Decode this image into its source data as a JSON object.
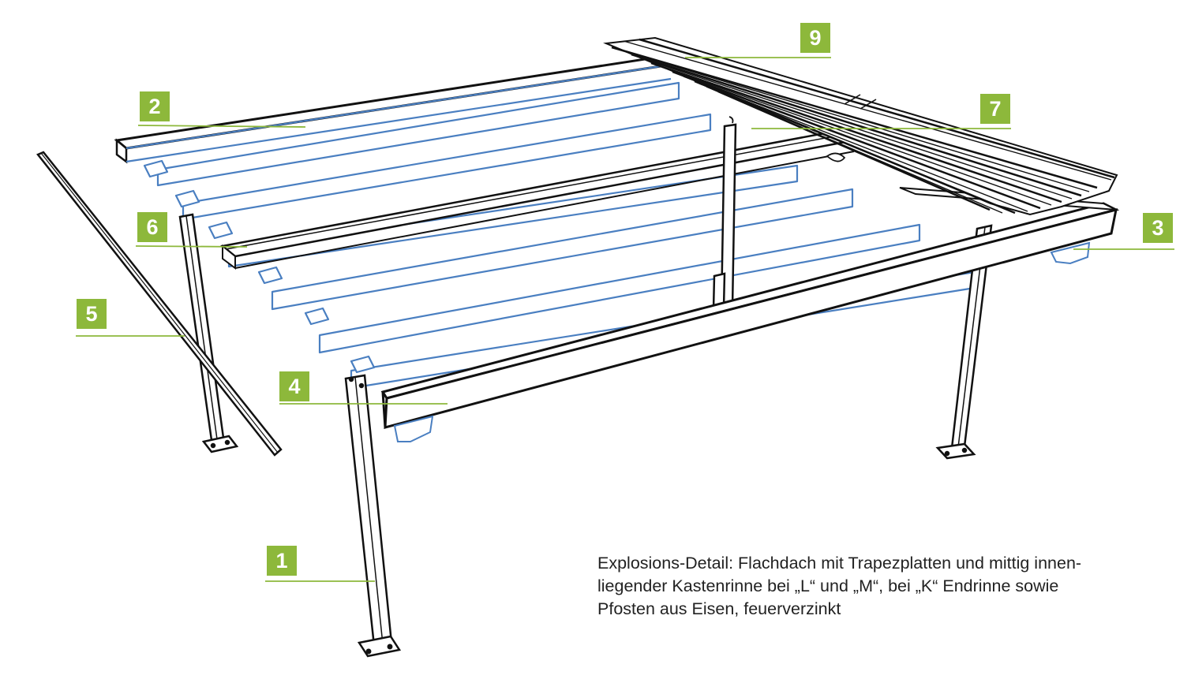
{
  "colors": {
    "accent": "#8db83b",
    "outline": "#111111",
    "highlight": "#4a7fc1"
  },
  "labels": {
    "l1": "1",
    "l2": "2",
    "l3": "3",
    "l4": "4",
    "l5": "5",
    "l6": "6",
    "l7": "7",
    "l9": "9"
  },
  "caption": {
    "line1": "Explosions-Detail: Flachdach mit Trapezplatten und mittig innen-",
    "line2": "liegender Kastenrinne bei „L“ und „M“, bei „K“ Endrinne sowie",
    "line3": "Pfosten aus Eisen, feuerverzinkt"
  }
}
